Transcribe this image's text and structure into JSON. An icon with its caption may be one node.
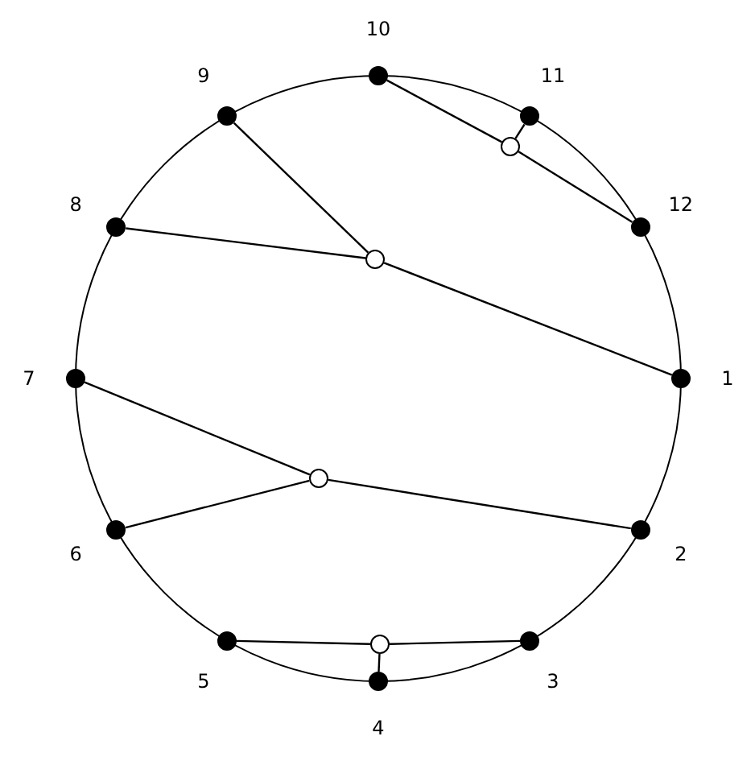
{
  "diagram": {
    "nodes": [
      {
        "text": [],
        "shape": "circle",
        "beside": [
          "1"
        ]
      },
      {
        "text": [],
        "shape": "circle",
        "beside": [
          "2"
        ]
      },
      {
        "text": [],
        "shape": "circle",
        "beside": [
          "3"
        ]
      },
      {
        "text": [],
        "shape": "circle",
        "beside": [
          "4"
        ]
      },
      {
        "text": [],
        "shape": "circle",
        "beside": [
          "5"
        ]
      },
      {
        "text": [],
        "shape": "circle",
        "beside": [
          "6"
        ]
      },
      {
        "text": [],
        "shape": "circle",
        "beside": [
          "7"
        ]
      },
      {
        "text": [],
        "shape": "circle",
        "beside": [
          "8"
        ]
      },
      {
        "text": [],
        "shape": "circle",
        "beside": [
          "9"
        ]
      },
      {
        "text": [],
        "shape": "circle",
        "beside": [
          "10"
        ]
      },
      {
        "text": [],
        "shape": "circle",
        "beside": [
          "11"
        ]
      },
      {
        "text": [],
        "shape": "circle",
        "beside": [
          "12"
        ]
      },
      {
        "text": [],
        "shape": "circle"
      },
      {
        "text": [],
        "shape": "circle"
      },
      {
        "text": [],
        "shape": "circle"
      },
      {
        "text": [],
        "shape": "circle"
      }
    ],
    "edges": [
      {
        "from": 9,
        "to": 12,
        "arrow": "none"
      },
      {
        "from": 10,
        "to": 12,
        "arrow": "none"
      },
      {
        "from": 12,
        "to": 11,
        "arrow": "none"
      },
      {
        "from": 8,
        "to": 13,
        "arrow": "none"
      },
      {
        "from": 7,
        "to": 13,
        "arrow": "none"
      },
      {
        "from": 13,
        "to": 0,
        "arrow": "none"
      },
      {
        "from": 6,
        "to": 14,
        "arrow": "none"
      },
      {
        "from": 5,
        "to": 14,
        "arrow": "none"
      },
      {
        "from": 14,
        "to": 1,
        "arrow": "none"
      },
      {
        "from": 4,
        "to": 15,
        "arrow": "none"
      },
      {
        "from": 15,
        "to": 2,
        "arrow": "none"
      },
      {
        "from": 15,
        "to": 3,
        "arrow": "none"
      }
    ]
  }
}
